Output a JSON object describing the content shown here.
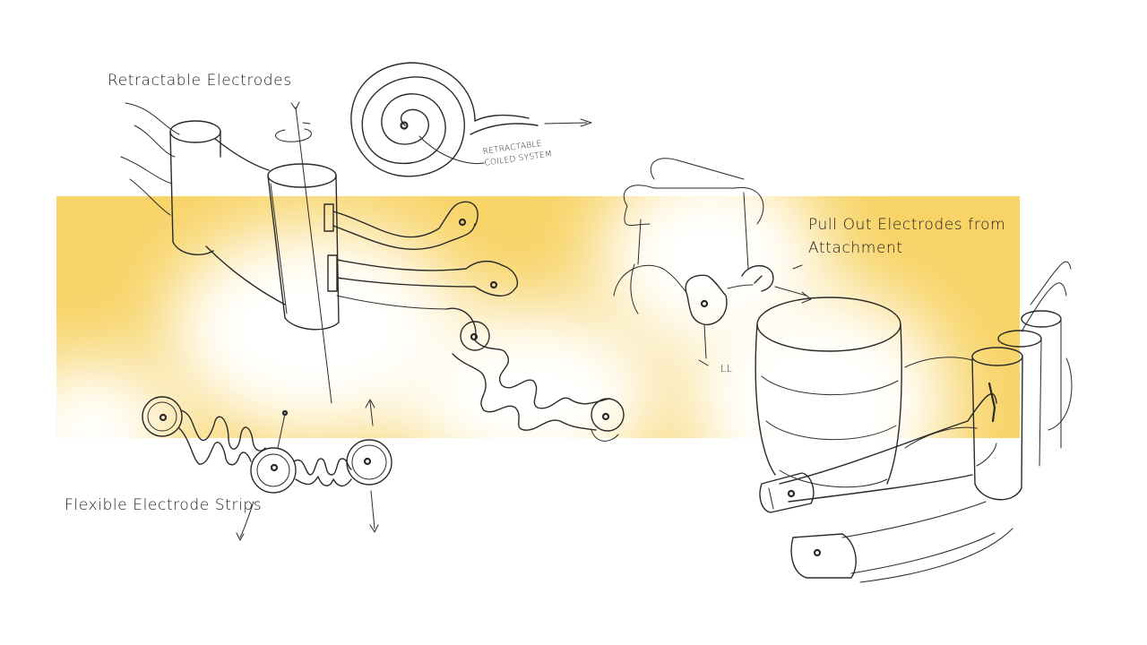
{
  "labels": {
    "retractable_electrodes": "Retractable Electrodes",
    "retractable_coiled_system": "RETRACTABLE\nCOILED SYSTEM",
    "pull_out_electrodes": "Pull Out Electrodes from Attachment",
    "flexible_electrode_strips": "Flexible Electrode Strips",
    "marker_ll": "LL"
  },
  "colors": {
    "highlight_band": "#f8d468",
    "ink": "#2a2a2a",
    "background": "#ffffff"
  }
}
